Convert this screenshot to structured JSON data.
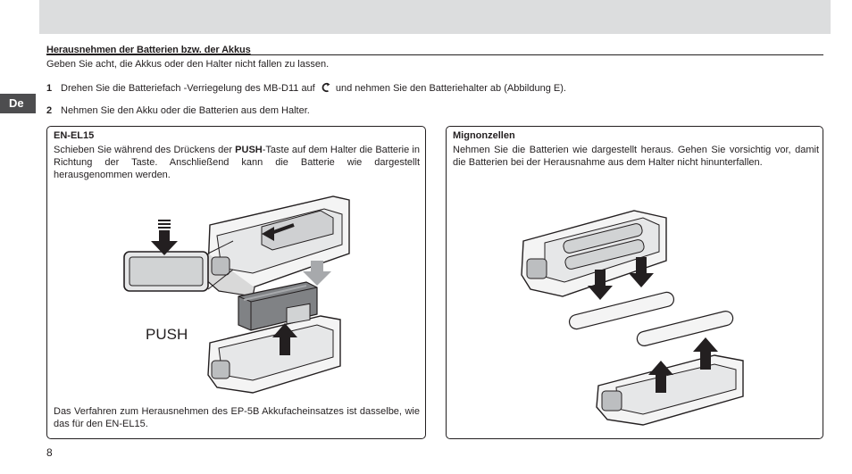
{
  "language_tab": "De",
  "section_title": "Herausnehmen der Batterien bzw. der Akkus",
  "caution": "Geben Sie acht, die Akkus oder den Halter nicht fallen zu lassen.",
  "steps": [
    {
      "num": "1",
      "text_before": "Drehen Sie die Batteriefach -Verriegelung des MB-D11 auf",
      "text_after": "und nehmen Sie den Batteriehalter ab (Abbildung E)."
    },
    {
      "num": "2",
      "text": "Nehmen Sie den Akku oder die Batterien aus dem Halter."
    }
  ],
  "left_box": {
    "title": "EN-EL15",
    "text_before": "Schieben Sie während des Drückens der",
    "push_word": "PUSH",
    "text_after": "-Taste auf dem Halter die Batterie in Richtung der Taste. Anschließend kann die Batterie wie dargestellt herausgenommen werden.",
    "push_button_label": "PUSH",
    "footer": "Das Verfahren zum Herausnehmen des EP-5B Akkufacheinsatzes ist dasselbe, wie das für den EN-EL15."
  },
  "right_box": {
    "title": "Mignonzellen",
    "text": "Nehmen Sie die Batterien wie dargestellt heraus. Gehen Sie vorsichtig vor, damit die Batterien bei der Herausnahme aus dem Halter nicht hinunterfallen."
  },
  "page_number": "8",
  "icons": {
    "lock": "unlock-symbol-icon",
    "arrow": "arrow-icon"
  },
  "colors": {
    "top_band": "#dcddde",
    "lang_tab": "#4d4d4f",
    "text": "#231f20"
  }
}
